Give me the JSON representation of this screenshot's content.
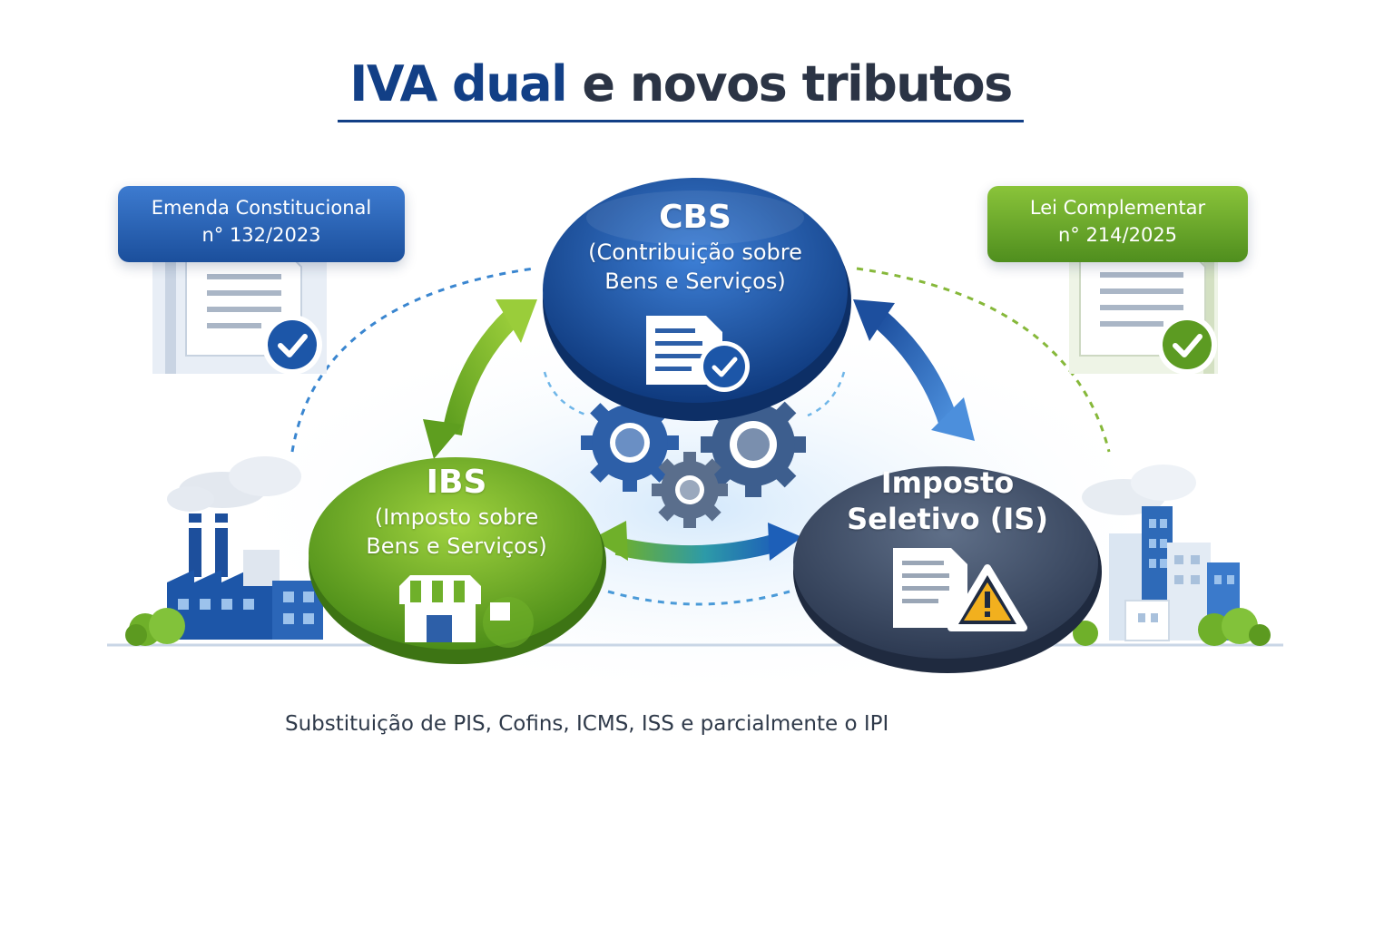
{
  "title": {
    "part1": "IVA dual",
    "part2": "e novos tributos"
  },
  "badges": {
    "left": {
      "line1": "Emenda Constitucional",
      "line2": "n° 132/2023"
    },
    "right": {
      "line1": "Lei Complementar",
      "line2": "n° 214/2025"
    }
  },
  "nodes": {
    "cbs": {
      "title": "CBS",
      "line1": "(Contribuição sobre",
      "line2": "Bens e Serviços)"
    },
    "ibs": {
      "title": "IBS",
      "line1": "(Imposto sobre",
      "line2": "Bens e Serviços)"
    },
    "is": {
      "line1": "Imposto",
      "line2": "Seletivo (IS)"
    }
  },
  "caption": "Substituição de PIS, Cofins, ICMS, ISS e parcialmente o IPI",
  "colors": {
    "navy": "#123f86",
    "blue": "#2c6fc2",
    "green": "#6fb02a",
    "slate": "#3e4d66",
    "text_dark": "#2b3445"
  },
  "icons": [
    "document-check-icon",
    "store-icon",
    "document-warning-icon",
    "gears-icon",
    "factory-icon",
    "city-buildings-icon"
  ]
}
